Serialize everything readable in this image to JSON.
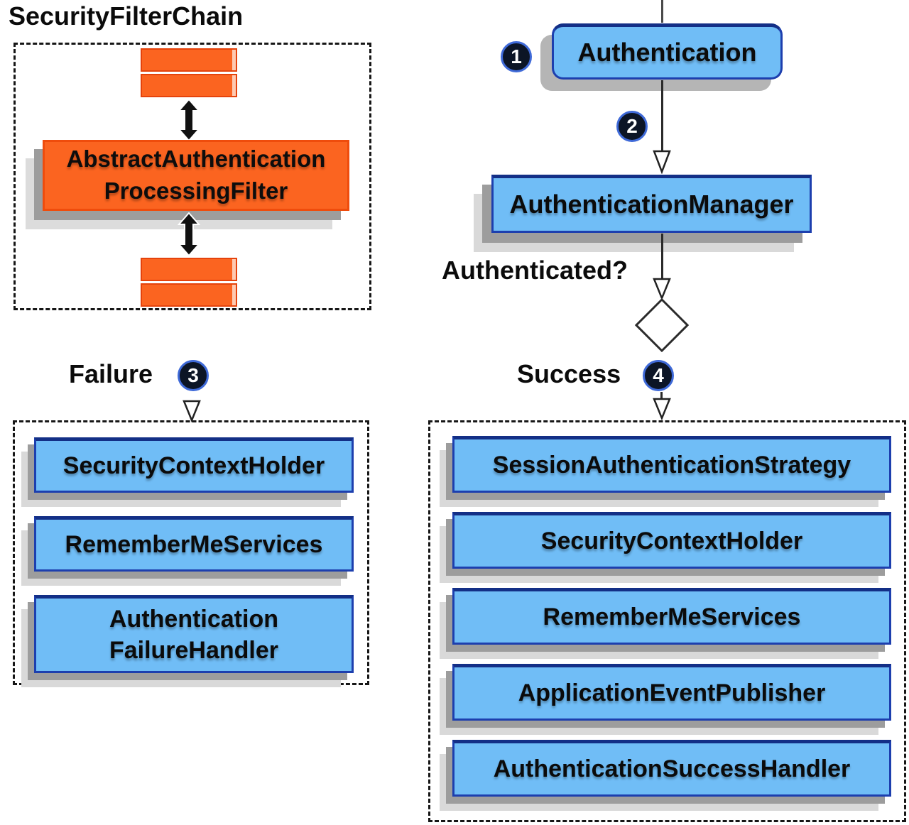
{
  "diagram_title_note": "Spring Security AbstractAuthenticationProcessingFilter flow",
  "colors": {
    "box_blue_fill": "#70bdf6",
    "box_blue_border": "#1d3fae",
    "orange_fill": "#fb6420",
    "orange_border": "#ef4c0c",
    "shadow_dark": "#9d9d9d",
    "shadow_light": "#d9d9d9",
    "badge_fill": "#0c1526",
    "badge_ring": "#3f6ad8",
    "text": "#0b0b0b"
  },
  "security_filter_chain": {
    "title": "SecurityFilterChain",
    "filter_label": "AbstractAuthentication\nProcessingFilter"
  },
  "flow": {
    "step1_badge": "1",
    "authentication_label": "Authentication",
    "step2_badge": "2",
    "authentication_manager_label": "AuthenticationManager",
    "question_label": "Authenticated?",
    "failure_label": "Failure",
    "step3_badge": "3",
    "success_label": "Success",
    "step4_badge": "4"
  },
  "failure_panel": {
    "items": [
      {
        "label": "SecurityContextHolder"
      },
      {
        "label": "RememberMeServices"
      },
      {
        "label": "Authentication\nFailureHandler"
      }
    ]
  },
  "success_panel": {
    "items": [
      {
        "label": "SessionAuthenticationStrategy"
      },
      {
        "label": "SecurityContextHolder"
      },
      {
        "label": "RememberMeServices"
      },
      {
        "label": "ApplicationEventPublisher"
      },
      {
        "label": "AuthenticationSuccessHandler"
      }
    ]
  }
}
